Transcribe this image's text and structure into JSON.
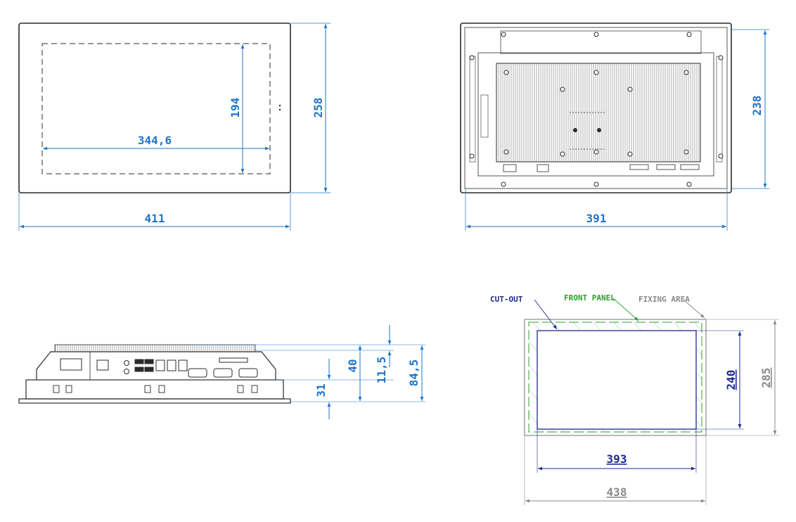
{
  "colors": {
    "outline": "#2b2b2b",
    "dimension": "#1f74c8",
    "cutout": "#1d2a8c",
    "front_panel": "#2e9e2e",
    "fixing_area": "#8a8a8a"
  },
  "front_view": {
    "width_label": "411",
    "height_label": "258",
    "screen_width_label": "344,6",
    "screen_height_label": "194"
  },
  "rear_view": {
    "width_label": "391",
    "height_label": "238"
  },
  "side_view": {
    "total_depth_label": "84,5",
    "mid_label": "40",
    "top_label": "11,5",
    "front_label": "31"
  },
  "cutout_view": {
    "cutout_label": "CUT-OUT",
    "front_panel_label": "FRONT PANEL",
    "fixing_area_label": "FIXING AREA",
    "cutout_width_label": "393",
    "cutout_height_label": "240",
    "fixing_width_label": "438",
    "fixing_height_label": "285"
  }
}
